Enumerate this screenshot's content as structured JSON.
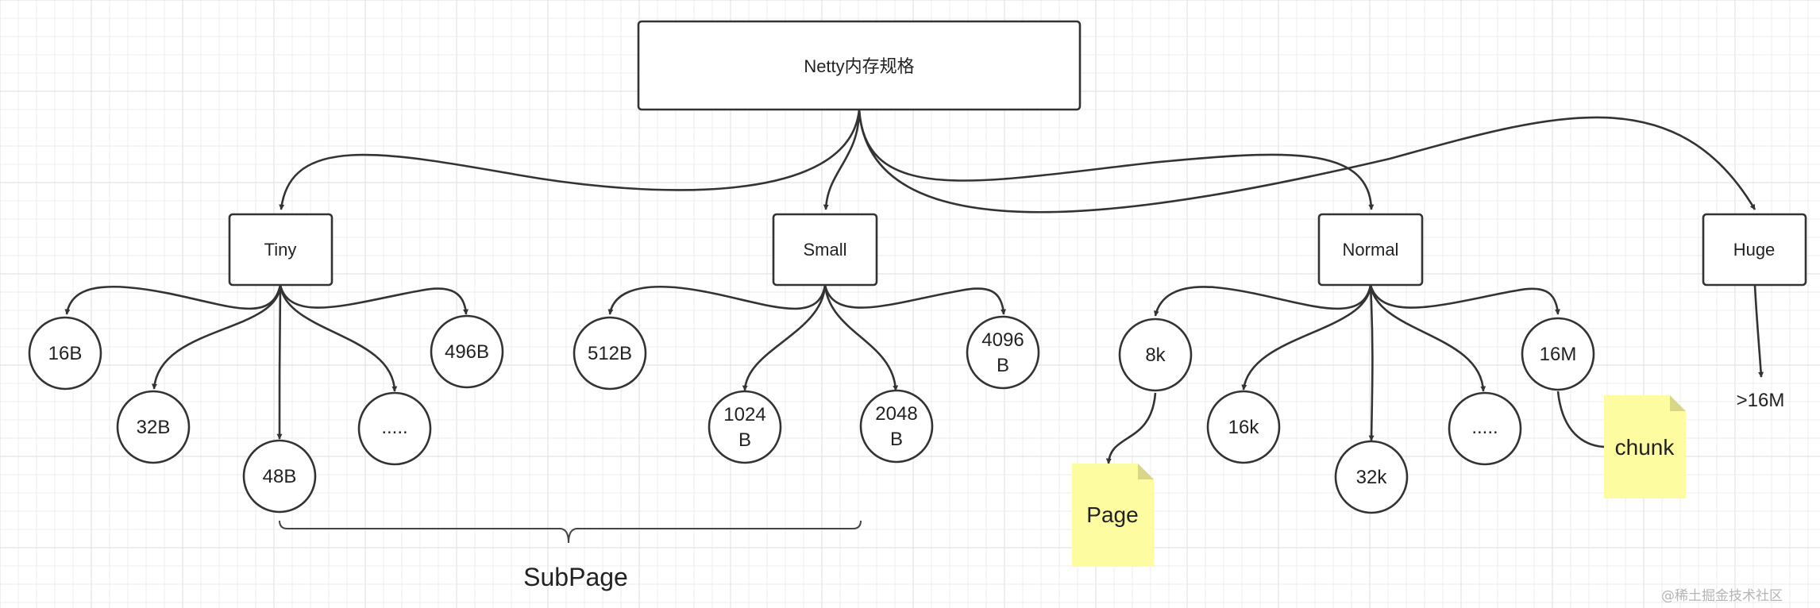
{
  "root": {
    "label": "Netty内存规格"
  },
  "categories": {
    "tiny": "Tiny",
    "small": "Small",
    "normal": "Normal",
    "huge": "Huge"
  },
  "tiny_sizes": [
    "16B",
    "32B",
    "48B",
    ".....",
    "496B"
  ],
  "small_sizes": [
    "512B",
    "1024",
    "B",
    "2048",
    "B",
    "4096",
    "B"
  ],
  "normal_sizes": [
    "8k",
    "16k",
    "32k",
    ".....",
    "16M"
  ],
  "huge_size": ">16M",
  "notes": {
    "page": "Page",
    "chunk": "chunk"
  },
  "brace_label": "SubPage",
  "watermark": "@稀土掘金技术社区"
}
